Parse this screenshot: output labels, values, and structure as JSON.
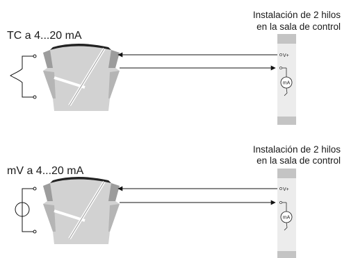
{
  "top": {
    "input_label": "TC a 4...20 mA",
    "room_line1": "Instalación de 2 hilos",
    "room_line2": "en la sala de control",
    "terminal_vplus": "V+",
    "meter_label": "mA"
  },
  "bottom": {
    "input_label": "mV a 4...20 mA",
    "room_line1": "Instalación de 2 hilos",
    "room_line2": "en la sala de control",
    "terminal_vplus": "V+",
    "meter_label": "mA"
  }
}
